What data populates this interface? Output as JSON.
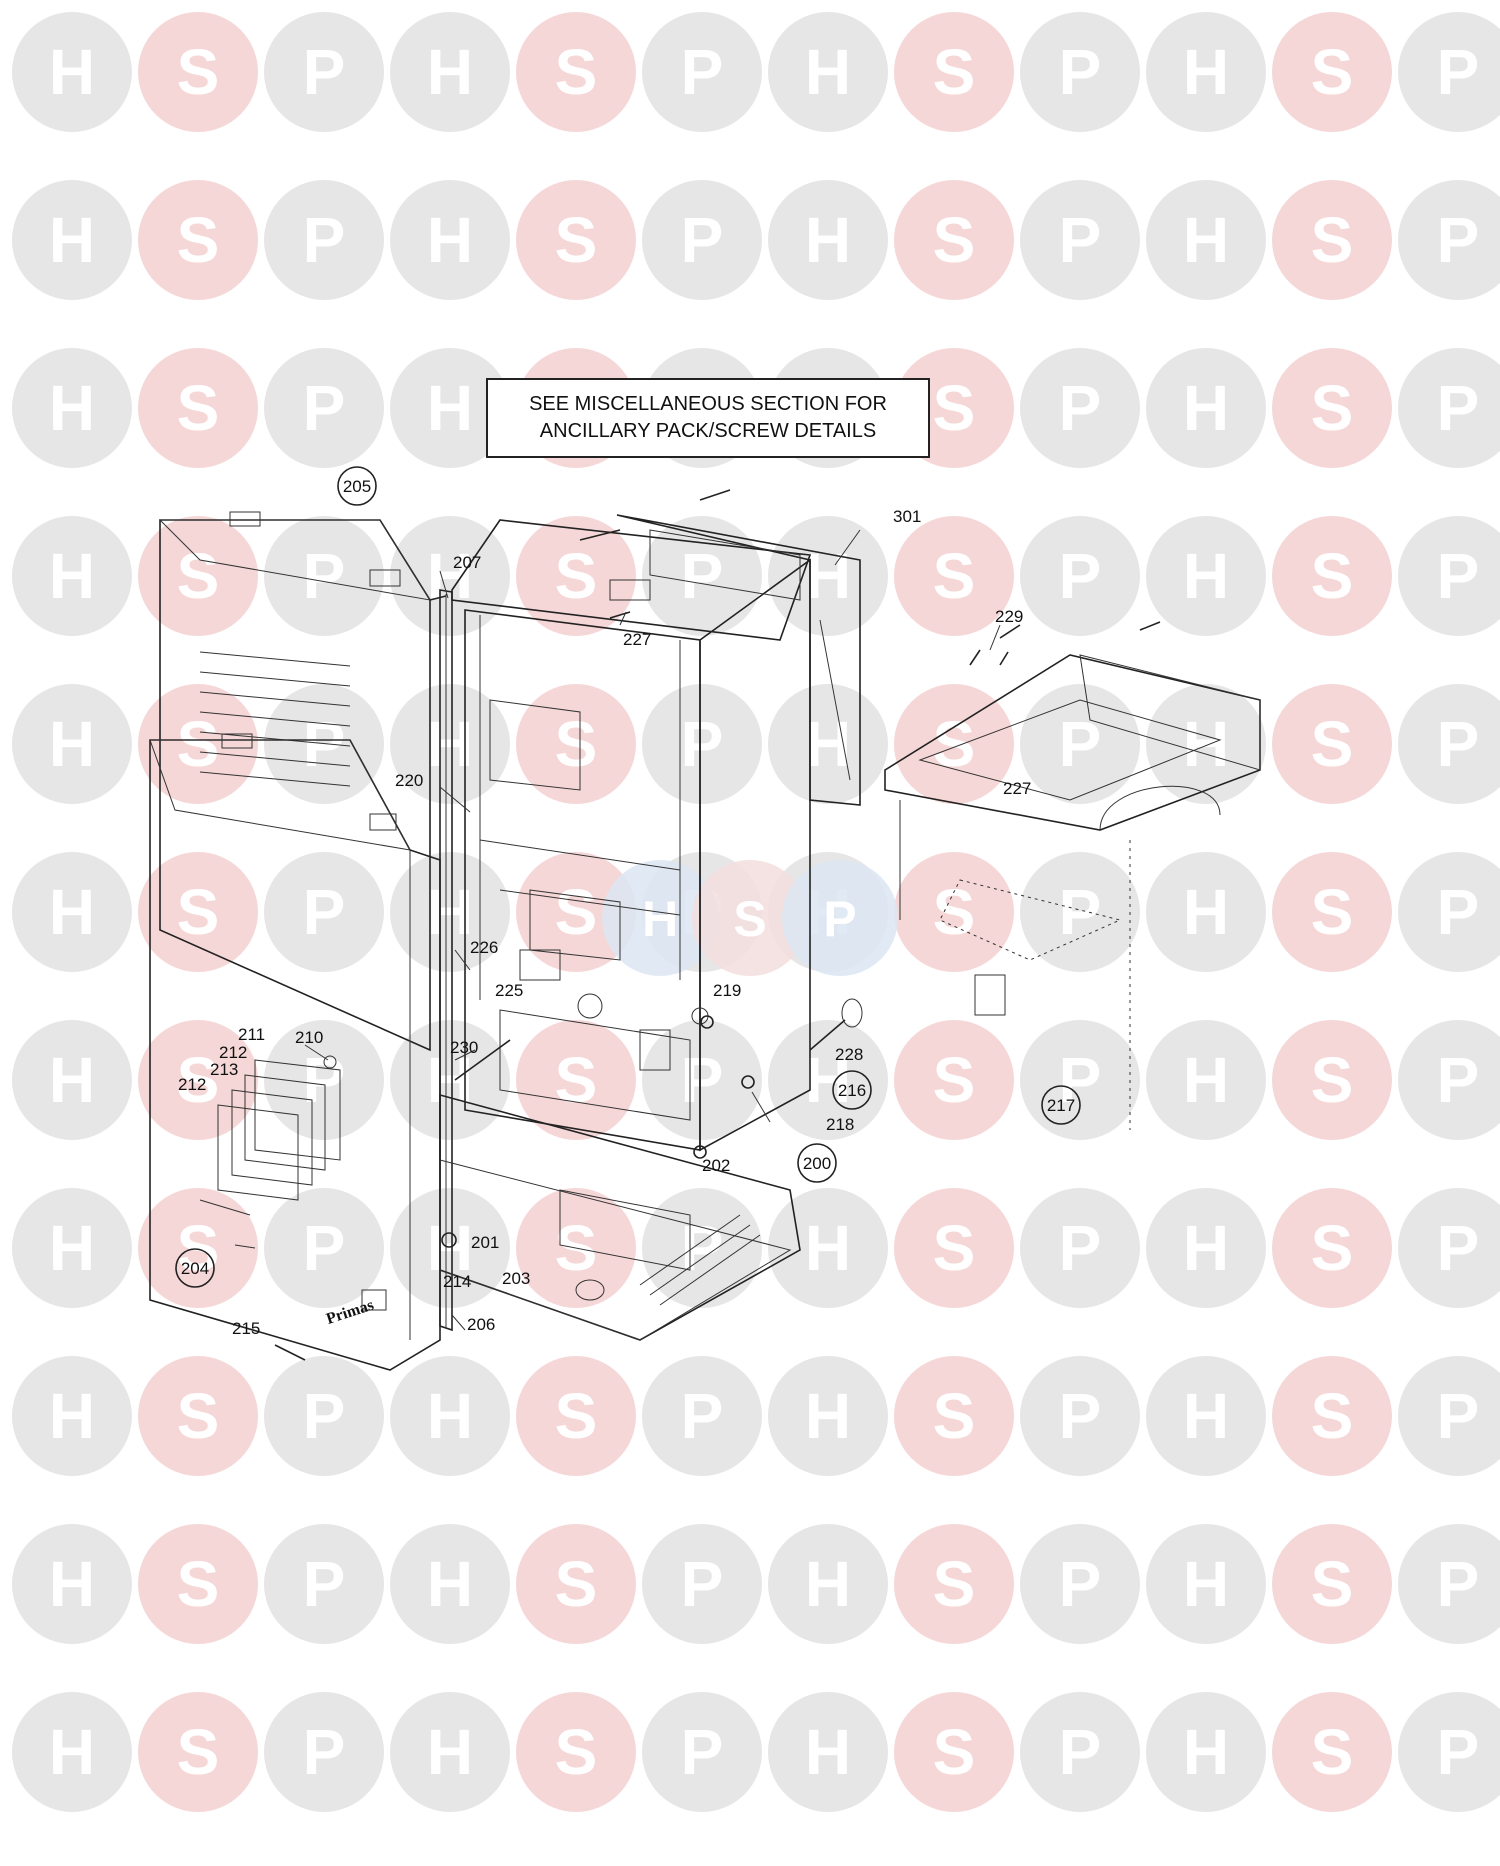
{
  "watermark": {
    "letters": [
      "H",
      "S",
      "P"
    ],
    "colors": {
      "H": "#e6e6e6",
      "S": "#f6d7d7",
      "P": "#e6e6e6"
    },
    "center_colors": {
      "H": "#dce6f2",
      "S": "#f3dede",
      "P": "#dce6f2"
    }
  },
  "note": {
    "line1": "SEE MISCELLANEOUS SECTION FOR",
    "line2": "ANCILLARY PACK/SCREW DETAILS"
  },
  "branding": {
    "panel_badge": "Primas"
  },
  "callouts": {
    "c200": "200",
    "c201": "201",
    "c202": "202",
    "c203": "203",
    "c204": "204",
    "c205": "205",
    "c206": "206",
    "c207": "207",
    "c210": "210",
    "c211": "211",
    "c212a": "212",
    "c212b": "212",
    "c213": "213",
    "c214": "214",
    "c215": "215",
    "c216": "216",
    "c217": "217",
    "c218": "218",
    "c219": "219",
    "c220": "220",
    "c225": "225",
    "c226": "226",
    "c227a": "227",
    "c227b": "227",
    "c228": "228",
    "c229": "229",
    "c230": "230",
    "c301": "301"
  }
}
